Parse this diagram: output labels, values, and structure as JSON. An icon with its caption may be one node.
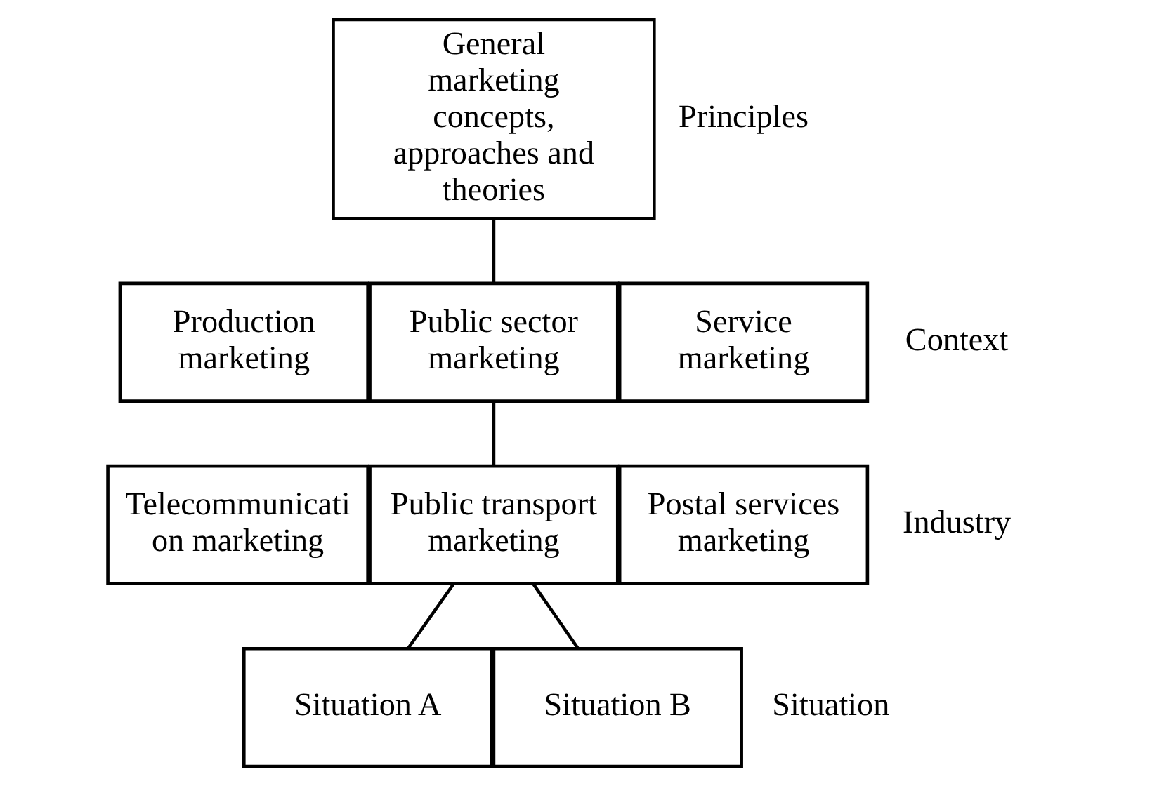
{
  "diagram": {
    "nodes": [
      {
        "text": [
          "General marketing concepts, approaches and theories"
        ]
      },
      {
        "text": [
          "Production marketing"
        ]
      },
      {
        "text": [
          "Public sector marketing"
        ]
      },
      {
        "text": [
          "Service marketing"
        ]
      },
      {
        "text": [
          "Telecommunicati on marketing"
        ]
      },
      {
        "text": [
          "Public transport marketing"
        ]
      },
      {
        "text": [
          "Postal services marketing"
        ]
      },
      {
        "text": [
          "Situation A"
        ]
      },
      {
        "text": [
          "Situation B"
        ]
      }
    ],
    "edges": [
      {
        "from": 0,
        "to": 2,
        "arrow": "none"
      },
      {
        "from": 2,
        "to": 5,
        "arrow": "none"
      },
      {
        "from": 5,
        "to": 7,
        "arrow": "none"
      },
      {
        "from": 5,
        "to": 8,
        "arrow": "none"
      }
    ],
    "labels": [
      "Principles",
      "Context",
      "Industry",
      "Situation"
    ]
  }
}
